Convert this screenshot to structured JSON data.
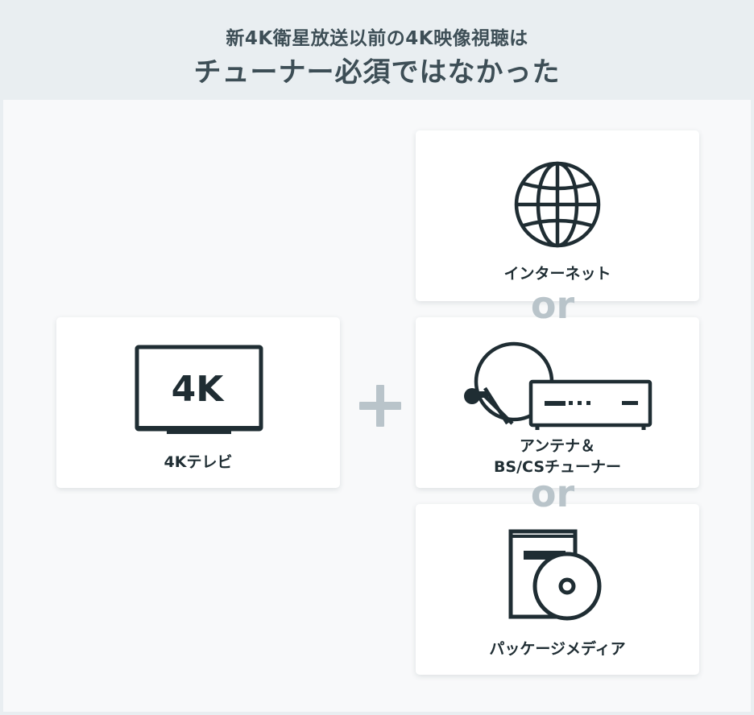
{
  "header": {
    "title_line1": "新4K衛星放送以前の4K映像視聴は",
    "title_line2": "チューナー必須ではなかった"
  },
  "tv_card": {
    "screen_text": "4K",
    "label": "4Kテレビ",
    "icon": "tv-icon"
  },
  "operator_plus": "+",
  "options": [
    {
      "label": "インターネット",
      "icon": "globe-icon"
    },
    {
      "label_line1": "アンテナ＆",
      "label_line2": "BS/CSチューナー",
      "icon": "antenna-tuner-icon"
    },
    {
      "label": "パッケージメディア",
      "icon": "disc-package-icon"
    }
  ],
  "separator": "or",
  "colors": {
    "header_bg": "#e9eef1",
    "title": "#3d4e56",
    "icon_stroke": "#1f2d33",
    "accent_gray": "#b9c4ca"
  }
}
